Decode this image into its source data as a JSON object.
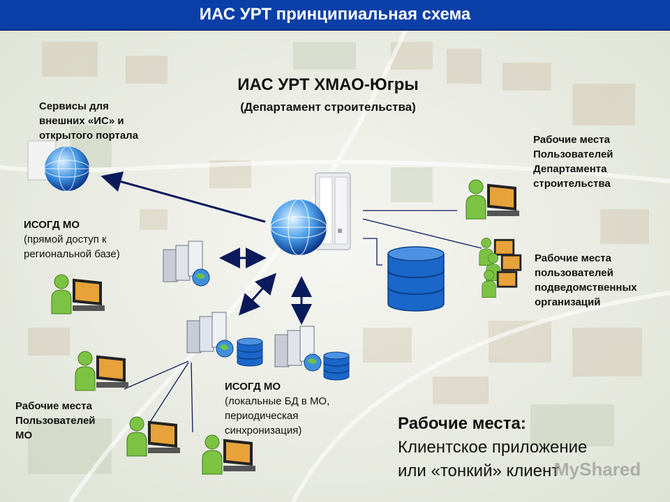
{
  "header": {
    "title": "ИАС УРТ принципиальная схема"
  },
  "center": {
    "title": "ИАС УРТ ХМАО-Югры",
    "subtitle": "(Департамент строительства)"
  },
  "labels": {
    "services": [
      "Сервисы для",
      "внешних «ИС» и",
      "открытого портала"
    ],
    "isogd_direct": {
      "title": "ИСОГД МО",
      "lines": [
        "(прямой доступ к",
        "региональной базе)"
      ]
    },
    "dept_workplaces": [
      "Рабочие места",
      "Пользователей",
      "Департамента",
      "строительства"
    ],
    "sub_workplaces": [
      "Рабочие места",
      "пользователей",
      "подведомственных",
      "организаций"
    ],
    "mo_workplaces": [
      "Рабочие места",
      "Пользователей",
      "МО"
    ],
    "isogd_local": {
      "title": "ИСОГД МО",
      "lines": [
        "(локальные БД в МО,",
        "периодическая",
        "синхронизация)"
      ]
    }
  },
  "legend": {
    "heading": "Рабочие места:",
    "line1": "Клиентское приложение",
    "line2": "или «тонкий» клиент"
  },
  "watermark": "MyShared",
  "icons": [
    "globe-icon",
    "server-tower-icon",
    "database-icon",
    "server-rack-icon",
    "user-workstation-icon",
    "arrow-icon"
  ],
  "colors": {
    "title_bar": "#0b3fa8",
    "title_text": "#ffffff",
    "database": "#1a66c9",
    "user_green": "#7cc243"
  }
}
